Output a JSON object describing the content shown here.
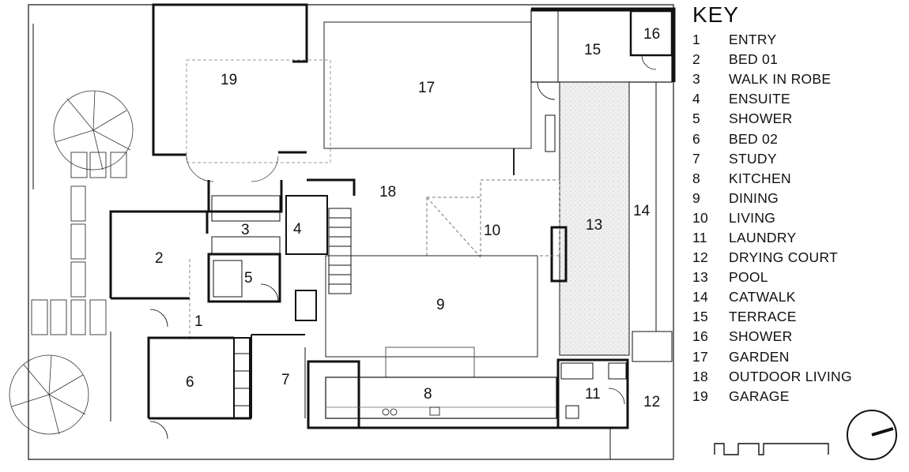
{
  "legend": {
    "title": "KEY",
    "items": [
      {
        "num": "1",
        "name": "ENTRY"
      },
      {
        "num": "2",
        "name": "BED 01"
      },
      {
        "num": "3",
        "name": "WALK IN ROBE"
      },
      {
        "num": "4",
        "name": "ENSUITE"
      },
      {
        "num": "5",
        "name": "SHOWER"
      },
      {
        "num": "6",
        "name": "BED 02"
      },
      {
        "num": "7",
        "name": "STUDY"
      },
      {
        "num": "8",
        "name": "KITCHEN"
      },
      {
        "num": "9",
        "name": "DINING"
      },
      {
        "num": "10",
        "name": "LIVING"
      },
      {
        "num": "11",
        "name": "LAUNDRY"
      },
      {
        "num": "12",
        "name": "DRYING COURT"
      },
      {
        "num": "13",
        "name": "POOL"
      },
      {
        "num": "14",
        "name": "CATWALK"
      },
      {
        "num": "15",
        "name": "TERRACE"
      },
      {
        "num": "16",
        "name": "SHOWER"
      },
      {
        "num": "17",
        "name": "GARDEN"
      },
      {
        "num": "18",
        "name": "OUTDOOR LIVING"
      },
      {
        "num": "19",
        "name": "GARAGE"
      }
    ]
  },
  "rooms": {
    "r1": "1",
    "r2": "2",
    "r3": "3",
    "r4": "4",
    "r5": "5",
    "r6": "6",
    "r7": "7",
    "r8": "8",
    "r9": "9",
    "r10": "10",
    "r11": "11",
    "r12": "12",
    "r13": "13",
    "r14": "14",
    "r15": "15",
    "r16": "16",
    "r17": "17",
    "r18": "18",
    "r19": "19"
  },
  "colors": {
    "line": "#111111",
    "dashed": "#888888",
    "pool_fill": "#ececec"
  }
}
